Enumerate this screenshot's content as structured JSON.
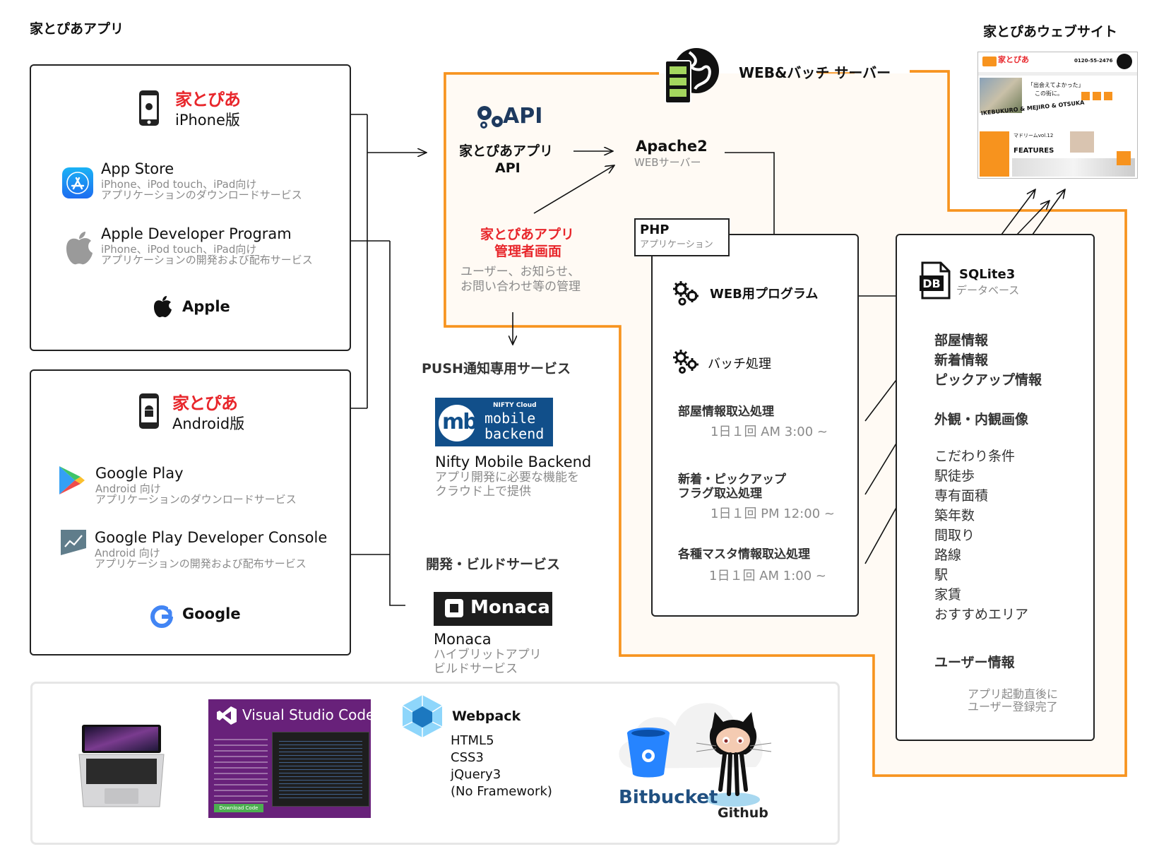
{
  "app_section": {
    "title": "家とぴあアプリ"
  },
  "iphone": {
    "brand": "家とぴあ",
    "version": "iPhone版",
    "app_store": {
      "name": "App Store",
      "line1": "iPhone、iPod touch、iPad向け",
      "line2": "アプリケーションのダウンロードサービス"
    },
    "dev_program": {
      "name": "Apple Developer Program",
      "line1": "iPhone、iPod touch、iPad向け",
      "line2": "アプリケーションの開発および配布サービス"
    },
    "vendor": "Apple"
  },
  "android": {
    "brand": "家とぴあ",
    "version": "Android版",
    "google_play": {
      "name": "Google Play",
      "line1": "Android 向け",
      "line2": "アプリケーションのダウンロードサービス"
    },
    "dev_console": {
      "name": "Google Play Developer Console",
      "line1": "Android 向け",
      "line2": "アプリケーションの開発および配布サービス"
    },
    "vendor": "Google"
  },
  "server": {
    "title": "WEB&バッチ サーバー",
    "api_logo": "API",
    "api_label_1": "家とぴあアプリ",
    "api_label_2": "API",
    "apache_title": "Apache2",
    "apache_sub": "WEBサーバー",
    "admin_title_1": "家とぴあアプリ",
    "admin_title_2": "管理者画面",
    "admin_desc_1": "ユーザー、お知らせ、",
    "admin_desc_2": "お問い合わせ等の管理",
    "php_title": "PHP",
    "php_sub": "アプリケーション",
    "web_program": "WEB用プログラム",
    "batch": "バッチ処理",
    "jobs": [
      {
        "name_1": "部屋情報取込処理",
        "name_2": "",
        "schedule": "1日１回 AM 3:00 ~"
      },
      {
        "name_1": "新着・ピックアップ",
        "name_2": "フラグ取込処理",
        "schedule": "1日１回 PM 12:00 ~"
      },
      {
        "name_1": "各種マスタ情報取込処理",
        "name_2": "",
        "schedule": "1日１回 AM 1:00 ~"
      }
    ]
  },
  "database": {
    "title": "SQLite3",
    "sub": "データベース",
    "icon_label": "DB",
    "group1": [
      "部屋情報",
      "新着情報",
      "ピックアップ情報"
    ],
    "group2_title": "外観・内観画像",
    "group3": [
      "こだわり条件",
      "駅徒歩",
      "専有面積",
      "築年数",
      "間取り",
      "路線",
      "駅",
      "家賃",
      "おすすめエリア"
    ],
    "user_title": "ユーザー情報",
    "user_desc_1": "アプリ起動直後に",
    "user_desc_2": "ユーザー登録完了"
  },
  "website": {
    "title": "家とぴあウェブサイト",
    "logo": "家とぴあ",
    "phone": "0120-55-2476",
    "headline_1": "「出会えてよかった」",
    "headline_2": "この街に。",
    "banner": "IKEBUKURO & MEJIRO & OTSUKA",
    "features": "FEATURES",
    "feature_title": "マドリームvol.12"
  },
  "push": {
    "title": "PUSH通知専用サービス",
    "logo_small": "NIFTY Cloud",
    "logo_line1": "mobile",
    "logo_line2": "backend",
    "logo_mark": "mb",
    "name": "Nifty Mobile Backend",
    "desc_1": "アプリ開発に必要な機能を",
    "desc_2": "クラウド上で提供"
  },
  "build": {
    "title": "開発・ビルドサービス",
    "logo": "Monaca",
    "name": "Monaca",
    "desc_1": "ハイブリットアプリ",
    "desc_2": "ビルドサービス"
  },
  "tools": {
    "vscode_title": "Visual Studio Code",
    "vscode_button": "Download Code",
    "webpack_title": "Webpack",
    "stack": [
      "HTML5",
      "CSS3",
      "jQuery3",
      "(No Framework)"
    ],
    "bitbucket": "Bitbucket",
    "github": "Github"
  },
  "colors": {
    "orange": "#f7931e",
    "orange_fill": "#fffaf3",
    "red": "#e8262b",
    "nifty_blue": "#114f8a",
    "gray_text": "#8a8a8a",
    "vscode_purple": "#68217a"
  }
}
